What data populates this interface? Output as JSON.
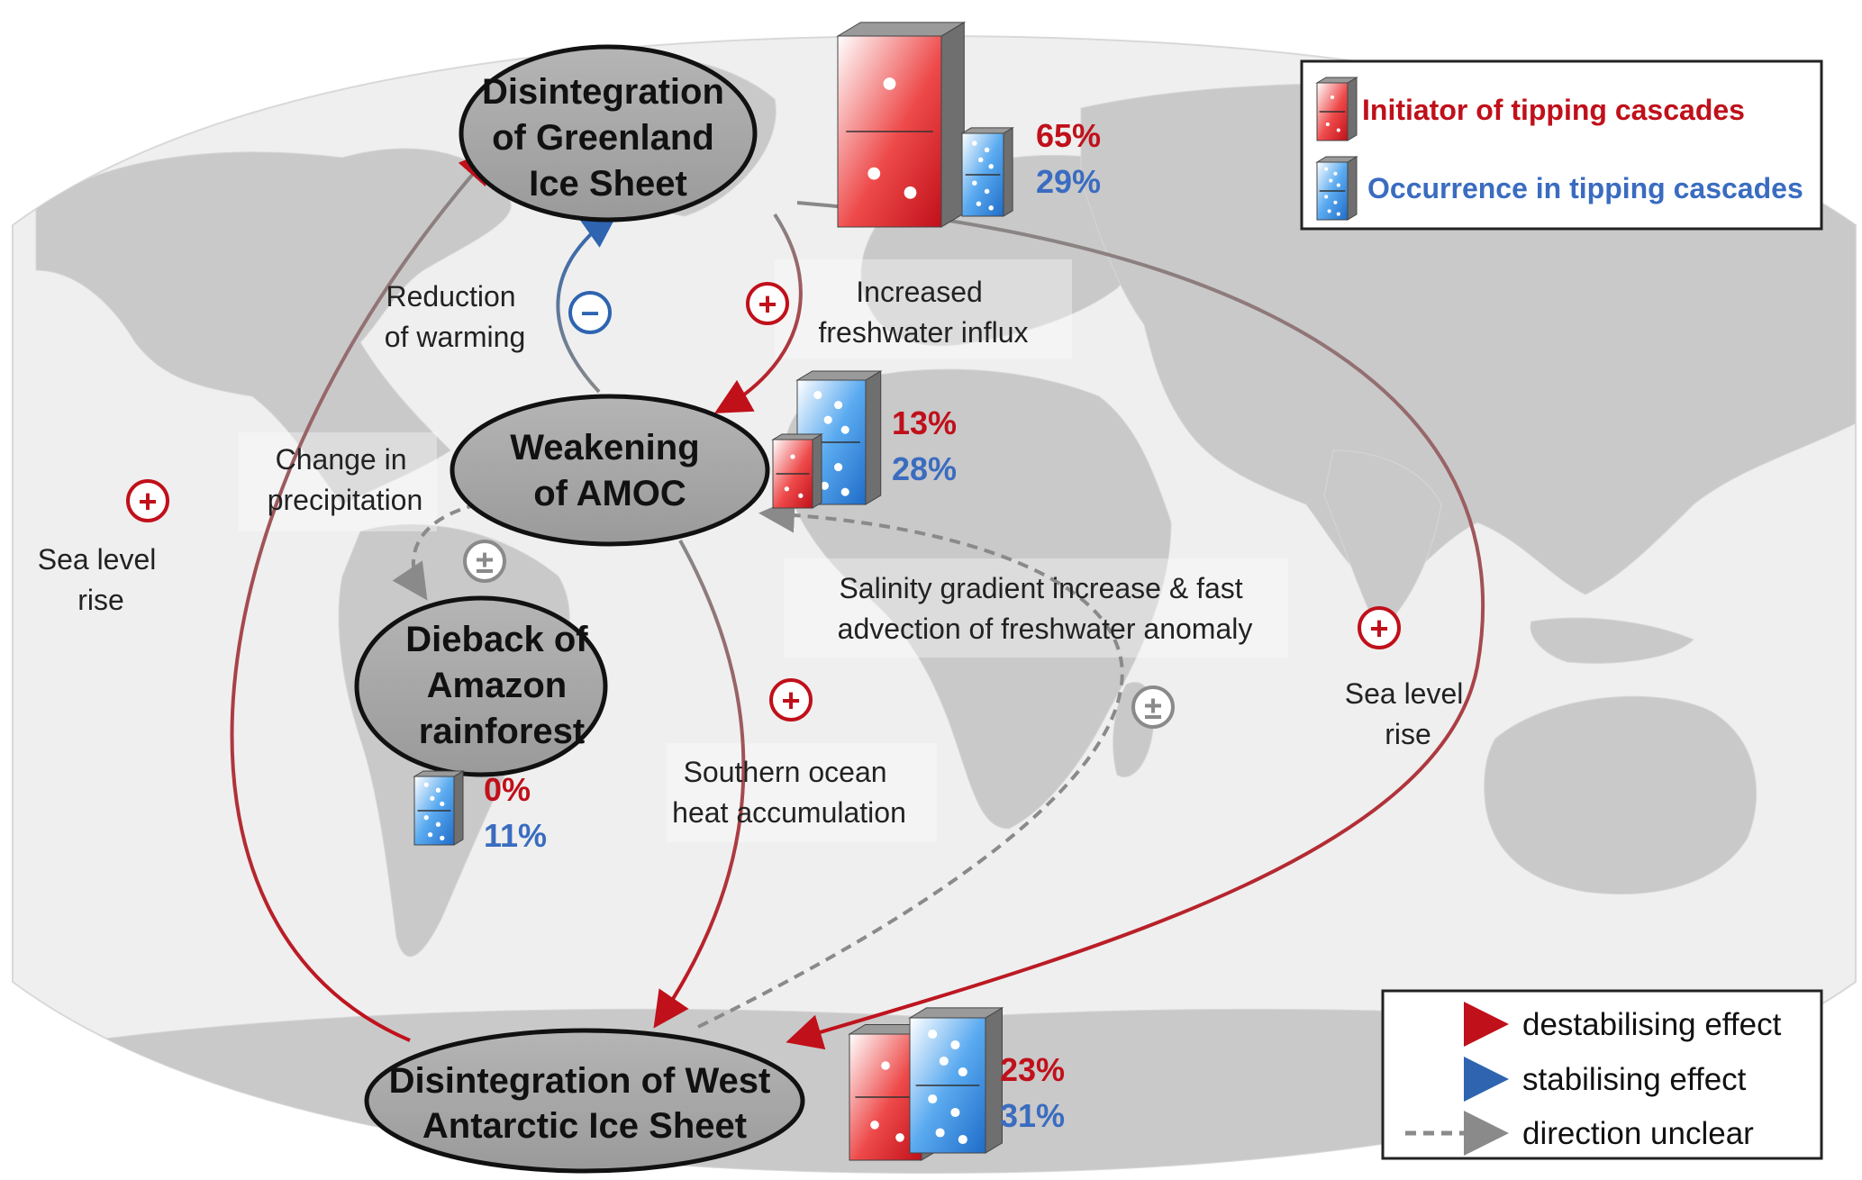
{
  "nodes": {
    "greenland": [
      "Disintegration",
      "of Greenland",
      "Ice Sheet"
    ],
    "amoc": [
      "Weakening",
      "of AMOC"
    ],
    "amazon": [
      "Dieback of",
      "Amazon",
      "rainforest"
    ],
    "antarctic": [
      "Disintegration of West",
      "Antarctic Ice Sheet"
    ]
  },
  "stats": {
    "greenland": {
      "initiator": "65%",
      "occurrence": "29%"
    },
    "amoc": {
      "initiator": "13%",
      "occurrence": "28%"
    },
    "amazon": {
      "initiator": "0%",
      "occurrence": "11%"
    },
    "antarctic": {
      "initiator": "23%",
      "occurrence": "31%"
    }
  },
  "edge_labels": {
    "reduction_warming": [
      "Reduction",
      "of warming"
    ],
    "freshwater_influx": [
      "Increased",
      "freshwater influx"
    ],
    "precipitation": [
      "Change in",
      "precipitation"
    ],
    "sea_level_left": [
      "Sea level",
      "rise"
    ],
    "sea_level_right": [
      "Sea level",
      "rise"
    ],
    "salinity": [
      "Salinity gradient increase & fast",
      "advection of freshwater anomaly"
    ],
    "southern_ocean": [
      "Southern ocean",
      "heat accumulation"
    ]
  },
  "signs": {
    "plus": "+",
    "minus": "−",
    "plusminus": "±"
  },
  "legend_dominoes": {
    "initiator": "Initiator of tipping cascades",
    "occurrence": "Occurrence in tipping cascades"
  },
  "legend_arrows": {
    "destabilising": "destabilising effect",
    "stabilising": "stabilising effect",
    "unclear": "direction unclear"
  },
  "colors": {
    "destabilising": "#c0101a",
    "stabilising": "#2e64b0",
    "unclear": "#8a8a8a",
    "initiator_text": "#c0101a",
    "occurrence_text": "#3a6cc0",
    "land": "#c9c9c9",
    "ocean": "#ececec",
    "node_fill": "#a9a9a9"
  }
}
